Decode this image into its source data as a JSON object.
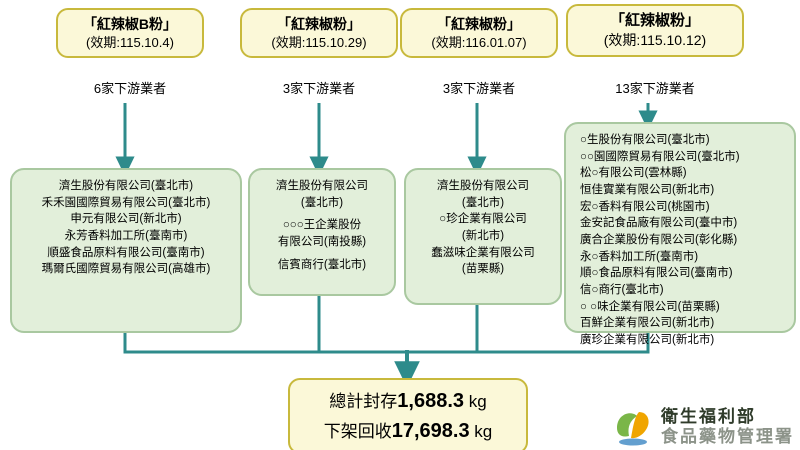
{
  "columns": [
    {
      "title": "「紅辣椒B粉」",
      "expiry": "(效期:115.10.4)",
      "downstream": "6家下游業者",
      "companies": [
        "濟生股份有限公司(臺北市)",
        "禾禾園國際貿易有限公司(臺北市)",
        "申元有限公司(新北市)",
        "永芳香料加工所(臺南市)",
        "順盛食品原料有限公司(臺南市)",
        "瑪爾氏國際貿易有限公司(高雄市)"
      ]
    },
    {
      "title": "「紅辣椒粉」",
      "expiry": "(效期:115.10.29)",
      "downstream": "3家下游業者",
      "companies": [
        "濟生股份有限公司",
        "(臺北市)",
        "○○○王企業股份",
        "有限公司(南投縣)",
        "信賓商行(臺北市)"
      ]
    },
    {
      "title": "「紅辣椒粉」",
      "expiry": "(效期:116.01.07)",
      "downstream": "3家下游業者",
      "companies": [
        "濟生股份有限公司",
        "(臺北市)",
        "○珍企業有限公司",
        "(新北市)",
        "蠢滋味企業有限公司",
        "(苗栗縣)"
      ]
    },
    {
      "title": "「紅辣椒粉」",
      "expiry": "(效期:115.10.12)",
      "downstream": "13家下游業者",
      "companies": [
        "○生股份有限公司(臺北市)",
        "○○園國際貿易有限公司(臺北市)",
        "松○有限公司(雲林縣)",
        "恒佳實業有限公司(新北市)",
        "宏○香料有限公司(桃園市)",
        "金安記食品廠有限公司(臺中市)",
        "廣合企業股份有限公司(彰化縣)",
        "永○香料加工所(臺南市)",
        "順○食品原料有限公司(臺南市)",
        "信○商行(臺北市)",
        "○ ○味企業有限公司(苗栗縣)",
        "百鮮企業有限公司(新北市)",
        "廣珍企業有限公司(新北市)"
      ]
    }
  ],
  "total": {
    "line1_prefix": "總計封存",
    "line1_value": "1,688.3",
    "line1_unit": " kg",
    "line2_prefix": "下架回收",
    "line2_value": "17,698.3",
    "line2_unit": " kg"
  },
  "logo": {
    "line1": "衛生福利部",
    "line2": "食品藥物管理署"
  },
  "colors": {
    "header_fill": "#fbf8d8",
    "header_border": "#c8b93c",
    "box_fill": "#e2efda",
    "box_border": "#a9c8a0",
    "arrow": "#2e8b8b"
  }
}
